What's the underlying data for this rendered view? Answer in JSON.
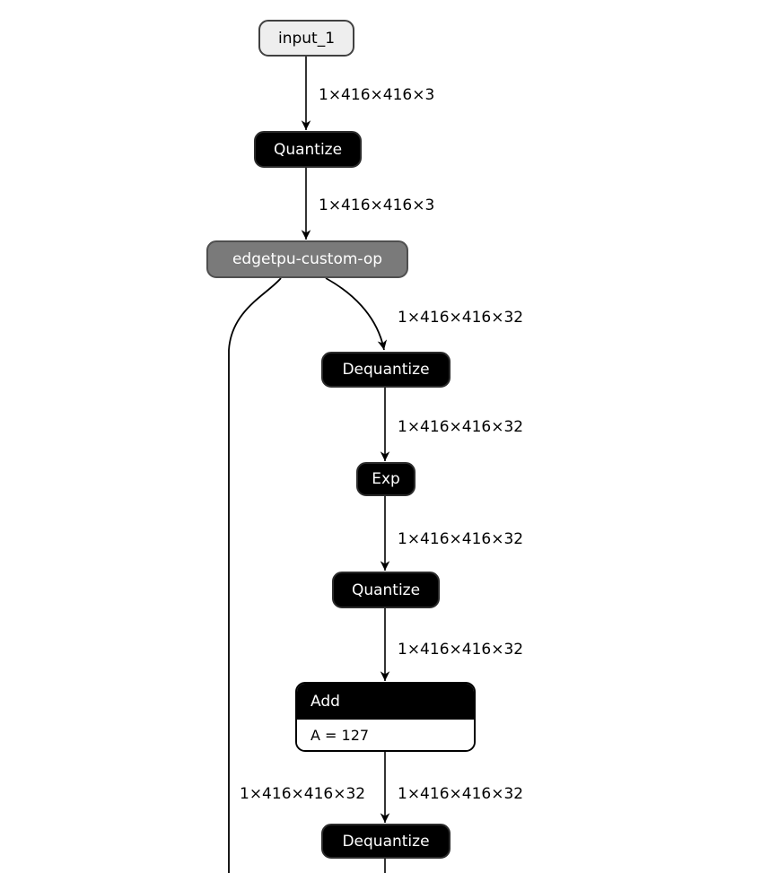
{
  "graph": {
    "nodes": {
      "input": {
        "label": "input_1",
        "kind": "model-input"
      },
      "quantize1": {
        "label": "Quantize"
      },
      "edgetpu": {
        "label": "edgetpu-custom-op"
      },
      "dequantize1": {
        "label": "Dequantize"
      },
      "exp": {
        "label": "Exp"
      },
      "quantize2": {
        "label": "Quantize"
      },
      "add": {
        "label": "Add",
        "attribute_text": "A = 127"
      },
      "dequantize2": {
        "label": "Dequantize"
      }
    },
    "edge_labels": {
      "input_to_quantize": "1×416×416×3",
      "quantize_to_edgetpu": "1×416×416×3",
      "edgetpu_to_dequantize": "1×416×416×32",
      "dequantize_to_exp": "1×416×416×32",
      "exp_to_quantize2": "1×416×416×32",
      "quantize2_to_add": "1×416×416×32",
      "edgetpu_bypass": "1×416×416×32",
      "add_to_dequantize2": "1×416×416×32"
    },
    "colors": {
      "background": "#ffffff",
      "node_dark_fill": "#000000",
      "node_gray_fill": "#7a7a7a",
      "node_input_fill": "#eeeeee",
      "node_text_light": "#ffffff",
      "edge_stroke": "#000000",
      "label_text": "#000000"
    }
  }
}
